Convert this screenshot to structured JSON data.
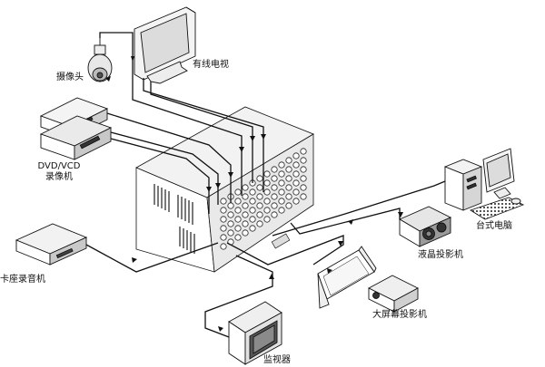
{
  "labels": {
    "camera": "摄像头",
    "cable_tv": "有线电视",
    "dvd_vcd": "DVD/VCD",
    "vcr": "录像机",
    "desktop_pc": "台式电脑",
    "lcd_projector": "液晶投影机",
    "cassette_recorder": "卡座录音机",
    "big_screen_projector": "大屏幕投影机",
    "monitor": "监视器"
  },
  "colors": {
    "line": "#111111",
    "device_fill": "#ffffff",
    "device_shade": "#cfcfcf",
    "device_dark": "#7a7a7a",
    "screen": "#e6e6e6"
  }
}
